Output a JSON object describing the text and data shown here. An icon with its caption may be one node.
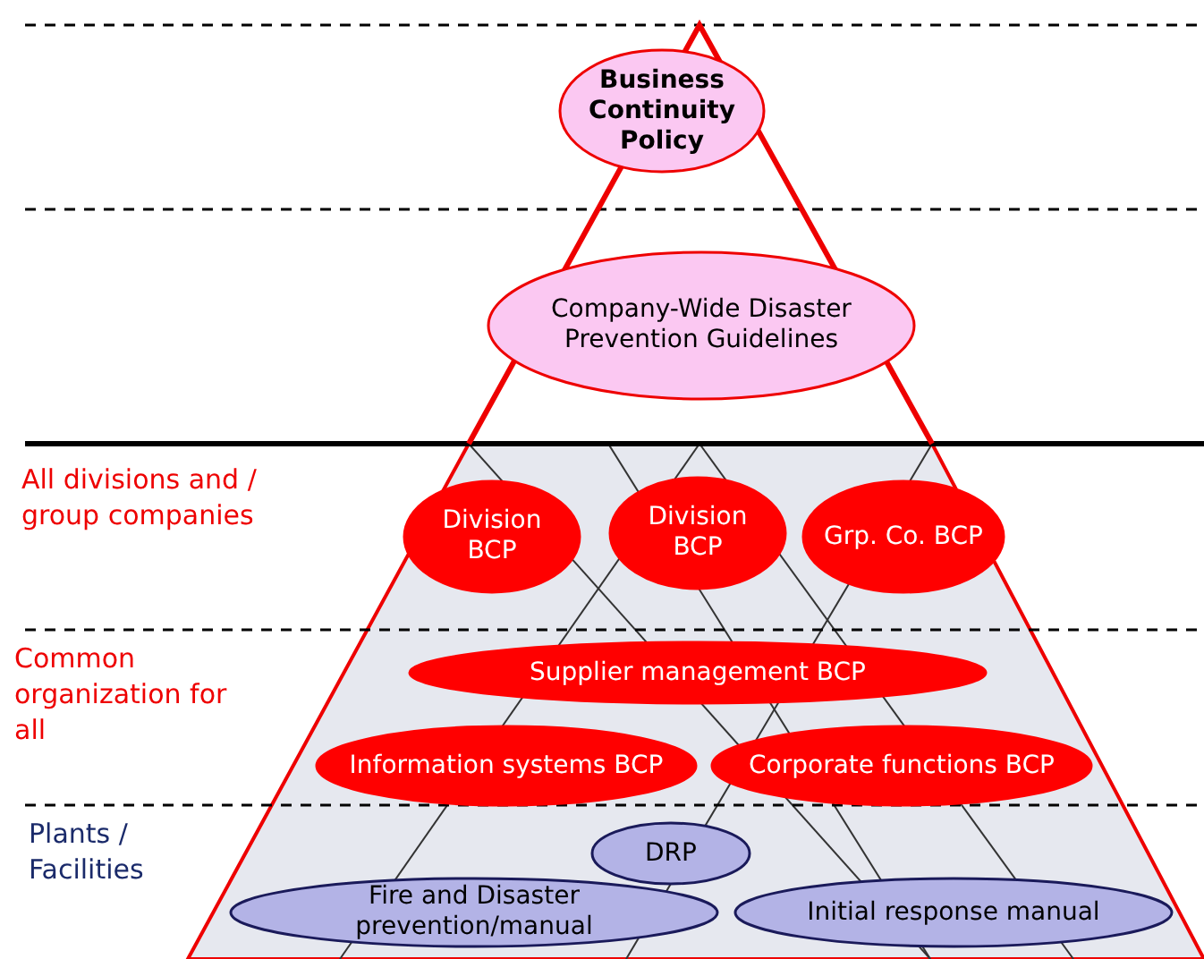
{
  "diagram": {
    "nodes": [
      {
        "text": [
          "Business Continuity Policy"
        ]
      },
      {
        "text": [
          "Company-Wide Disaster Prevention Guidelines"
        ]
      },
      {
        "text": [
          "Division BCP"
        ]
      },
      {
        "text": [
          "Division BCP"
        ]
      },
      {
        "text": [
          "Grp. Co. BCP"
        ]
      },
      {
        "text": [
          "Supplier management BCP"
        ]
      },
      {
        "text": [
          "Information systems BCP"
        ]
      },
      {
        "text": [
          "Corporate functions BCP"
        ]
      },
      {
        "text": [
          "DRP"
        ]
      },
      {
        "text": [
          "Fire and Disaster prevention/manual"
        ]
      },
      {
        "text": [
          "Initial response manual"
        ]
      }
    ],
    "labels": [
      "All divisions and / group companies",
      "Common organization for all",
      "Plants / Facilities"
    ]
  }
}
